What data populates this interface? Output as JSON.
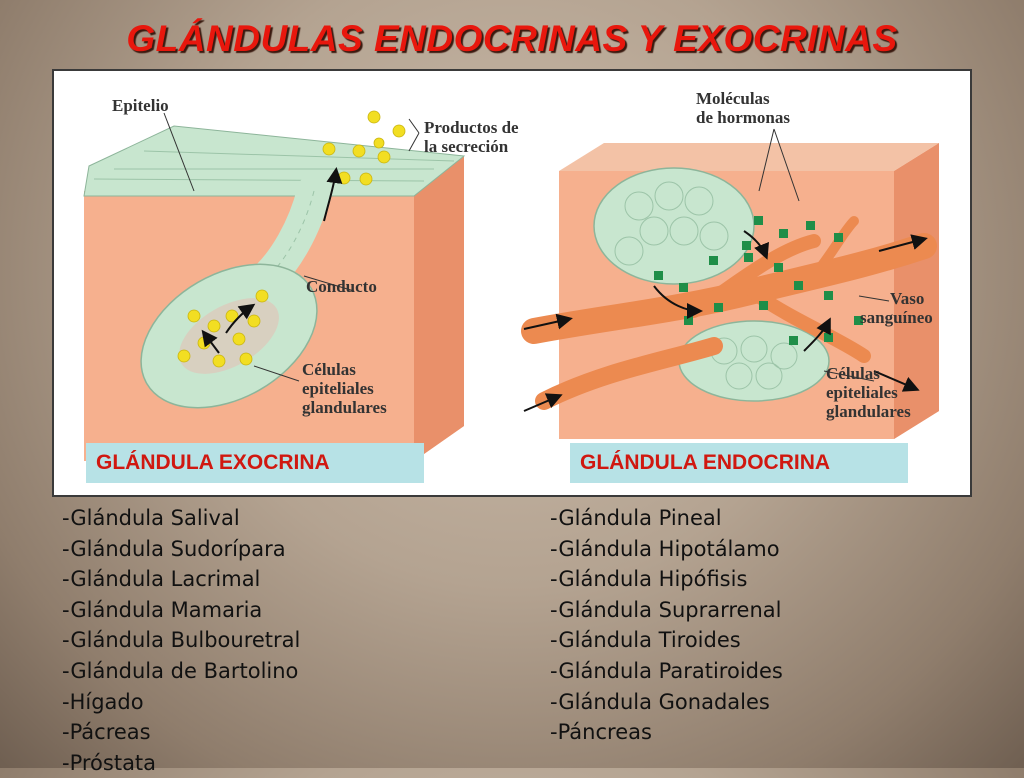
{
  "title": "GLÁNDULAS ENDOCRINAS Y EXOCRINAS",
  "figure": {
    "exocrine": {
      "caption": "GLÁNDULA EXOCRINA",
      "labels": {
        "epitelio": "Epitelio",
        "productos1": "Productos de",
        "productos2": "la secreción",
        "conducto": "Conducto",
        "celulas1": "Células",
        "celulas2": "epiteliales",
        "celulas3": "glandulares"
      }
    },
    "endocrine": {
      "caption": "GLÁNDULA ENDOCRINA",
      "labels": {
        "moleculas1": "Moléculas",
        "moleculas2": "de hormonas",
        "vaso1": "Vaso",
        "vaso2": "sanguíneo",
        "celulas1": "Células",
        "celulas2": "epiteliales",
        "celulas3": "glandulares"
      }
    },
    "colors": {
      "tissue": "#f6b08e",
      "tissue_side": "#e9906a",
      "cells": "#c8e6cf",
      "secretion": "#f2de22",
      "hormone": "#1f8e48",
      "vessel": "#ec8a50",
      "caption_bg": "#b7e2e6",
      "title": "#e8170d"
    }
  },
  "lists": {
    "exocrine": [
      "-Glándula Salival",
      "-Glándula Sudorípara",
      "-Glándula Lacrimal",
      "-Glándula Mamaria",
      "-Glándula Bulbouretral",
      "-Glándula de Bartolino",
      "-Hígado",
      "-Pácreas",
      "-Próstata"
    ],
    "endocrine": [
      "-Glándula Pineal",
      "-Glándula Hipotálamo",
      "-Glándula Hipófisis",
      "-Glándula Suprarrenal",
      "-Glándula Tiroides",
      "-Glándula Paratiroides",
      "-Glándula Gonadales",
      "-Páncreas"
    ]
  }
}
